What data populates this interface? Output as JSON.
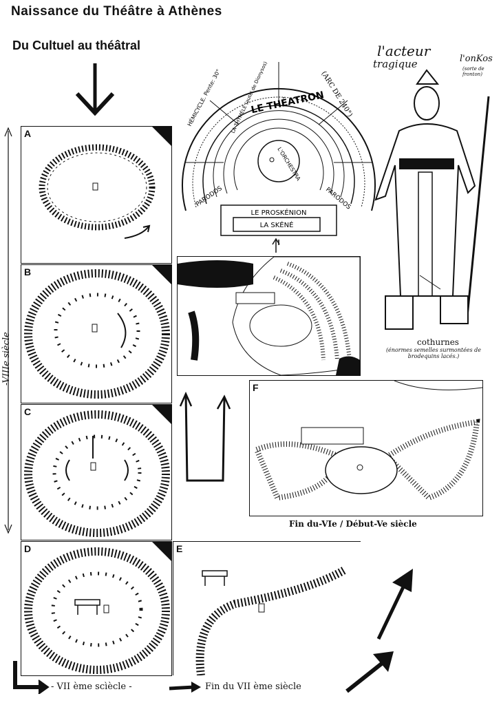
{
  "header": {
    "title": "Naissance du Théâtre à Athènes",
    "subtitle": "Du Cultuel au théâtral"
  },
  "timeline": {
    "vertical_label": "-VIIIe siècle",
    "bottom_label_1": "- VII ème scìècle -",
    "bottom_label_2": "Fin du VII ème siècle",
    "fin_label": "Fin du-VIe / Début-Ve siècle"
  },
  "panels": {
    "a": "A",
    "b": "B",
    "c": "C",
    "d": "D",
    "e": "E",
    "f": "F"
  },
  "theatre_plan": {
    "hemicycle": "HÉMICYCLE. Pente: 30°",
    "arc": "(ARC DE 240°)",
    "theatron": "LE THÉATRON",
    "thymele": "LA THYMÉLÉ (autel de Dionysos)",
    "orchestra": "L'ORCHESTRA",
    "parodos_left": "PARODOS",
    "parodos_right": "PARODOS",
    "proskenion": "LE PROSKÉNION",
    "skene": "LA SKÉNÉ"
  },
  "actor": {
    "title_line1": "l'acteur",
    "title_line2": "tragique",
    "onkos": "l'onKos",
    "onkos_note": "(sorte de fronton)",
    "cothurnes": "cothurnes",
    "cothurnes_note": "(énormes semelles surmontées de brodequins lacés.)"
  }
}
